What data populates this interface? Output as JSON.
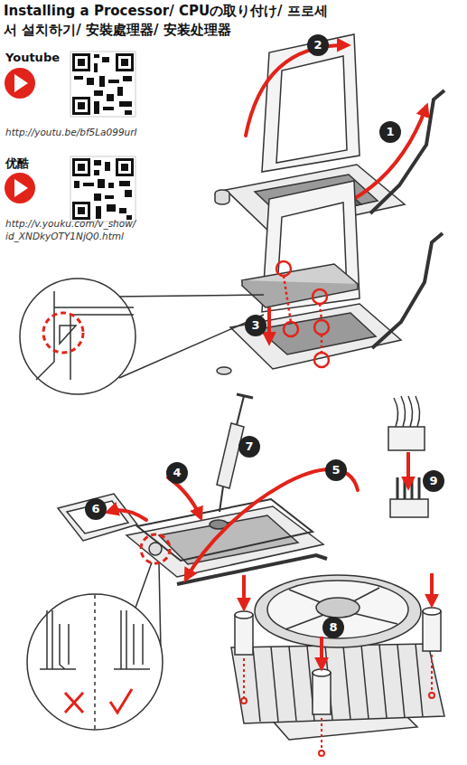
{
  "diagram": {
    "title": "Installing a Processor/ CPUの取り付け/ 프로세서 설치하기/ 安裝處理器/ 安装处理器",
    "labels": [
      "Youtube",
      "http://youtu.be/bf5La099urI",
      "优酷",
      "http://v.youku.com/v_show/ id_XNDkyOTY1NjQ0.html",
      "2",
      "1",
      "3",
      "7",
      "4",
      "5",
      "6",
      "9",
      "8"
    ]
  }
}
